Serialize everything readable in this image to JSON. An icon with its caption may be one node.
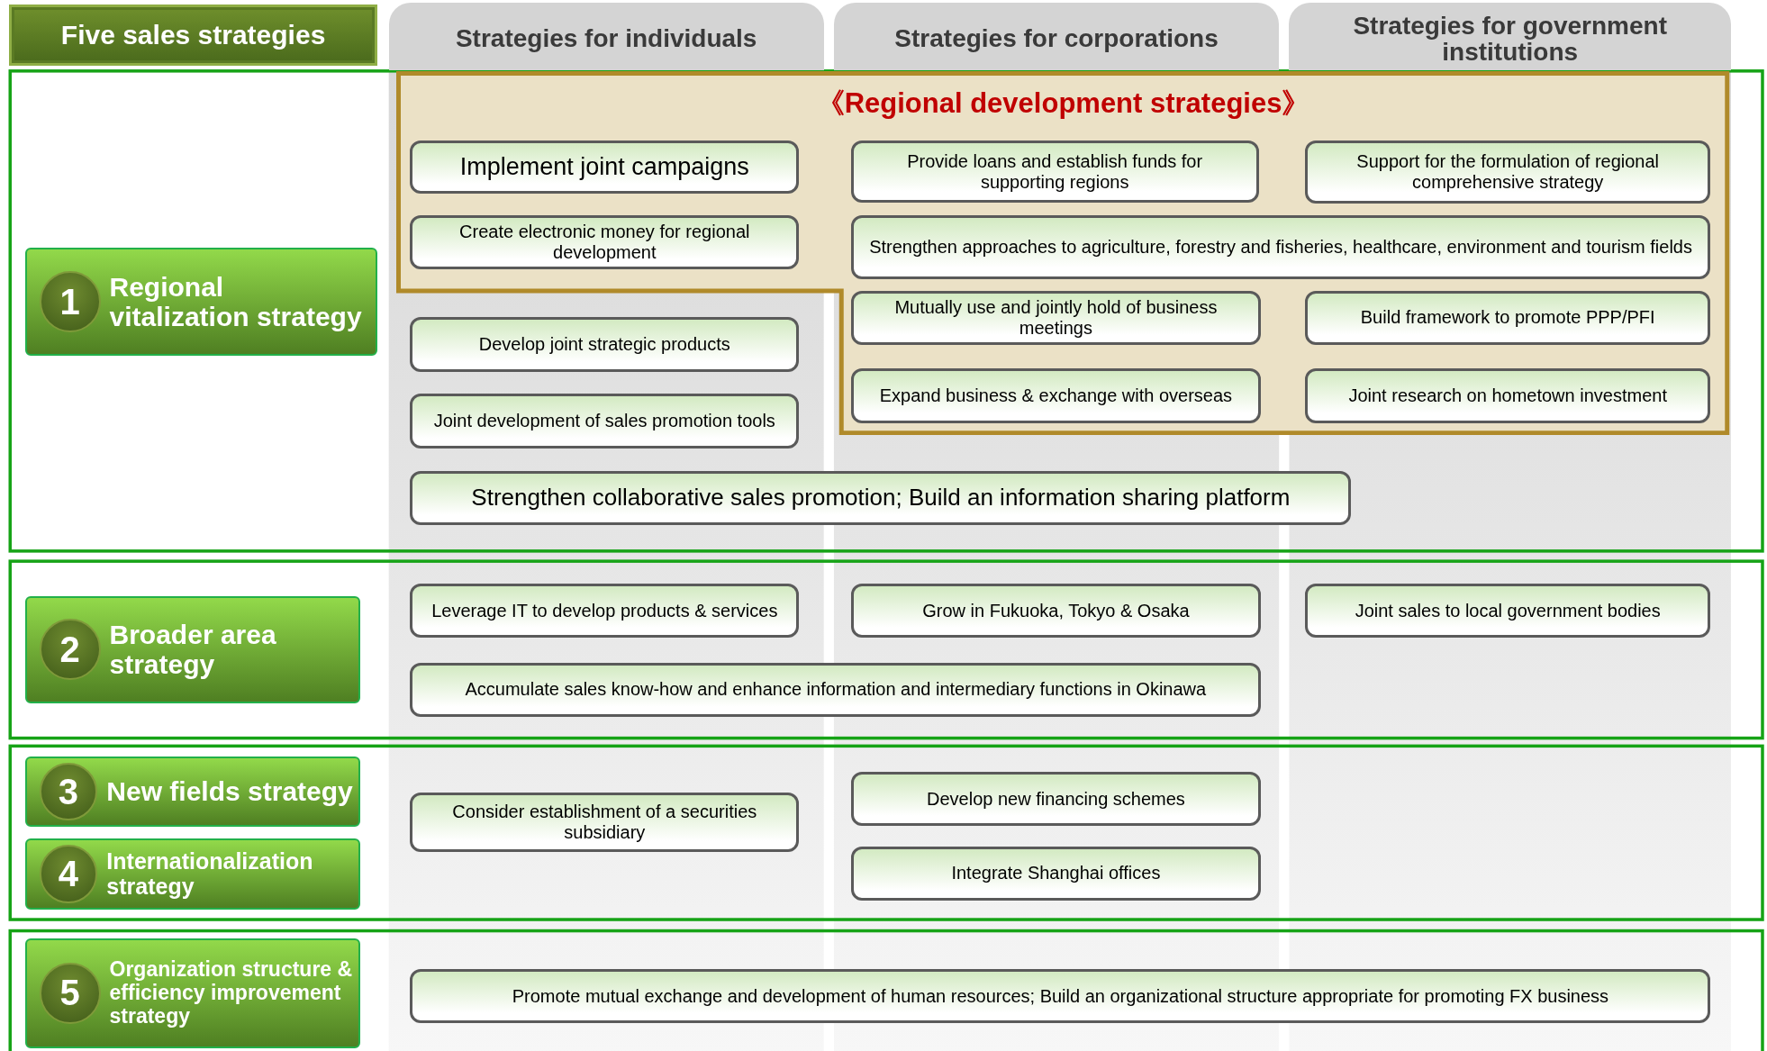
{
  "diagram": {
    "nodes": [
      {
        "text": [
          "Five sales strategies"
        ]
      },
      {
        "text": [
          "Strategies for individuals"
        ]
      },
      {
        "text": [
          "Strategies for corporations"
        ]
      },
      {
        "text": [
          "Strategies for government institutions"
        ]
      },
      {
        "text": [
          "《Regional development strategies》"
        ]
      },
      {
        "text": [
          "1",
          "Regional vitalization strategy"
        ]
      },
      {
        "text": [
          "Implement joint campaigns"
        ],
        "in": 4
      },
      {
        "text": [
          "Create electronic money for regional development"
        ],
        "in": 4
      },
      {
        "text": [
          "Provide loans and establish funds for supporting regions"
        ],
        "in": 4
      },
      {
        "text": [
          "Support for the formulation of regional comprehensive strategy"
        ],
        "in": 4
      },
      {
        "text": [
          "Strengthen approaches to agriculture, forestry and fisheries, healthcare, environment and tourism fields"
        ],
        "in": 4
      },
      {
        "text": [
          "Develop joint strategic products"
        ]
      },
      {
        "text": [
          "Mutually use and jointly hold of business meetings"
        ],
        "in": 4
      },
      {
        "text": [
          "Build framework to promote PPP/PFI"
        ],
        "in": 4
      },
      {
        "text": [
          "Joint development of sales promotion tools"
        ]
      },
      {
        "text": [
          "Expand business & exchange with overseas"
        ],
        "in": 4
      },
      {
        "text": [
          "Joint research on hometown investment"
        ],
        "in": 4
      },
      {
        "text": [
          "Strengthen collaborative sales promotion; Build an information sharing platform"
        ]
      },
      {
        "text": [
          "2",
          "Broader area strategy"
        ]
      },
      {
        "text": [
          "Leverage IT to develop products & services"
        ]
      },
      {
        "text": [
          "Grow in Fukuoka, Tokyo & Osaka"
        ]
      },
      {
        "text": [
          "Joint sales to local government bodies"
        ]
      },
      {
        "text": [
          "Accumulate sales know-how and enhance information and intermediary functions in Okinawa"
        ]
      },
      {
        "text": [
          "3",
          "New fields strategy"
        ]
      },
      {
        "text": [
          "Develop new financing schemes"
        ]
      },
      {
        "text": [
          "Consider establishment of a securities subsidiary"
        ]
      },
      {
        "text": [
          "4",
          "Internationalization strategy"
        ]
      },
      {
        "text": [
          "Integrate Shanghai offices"
        ]
      },
      {
        "text": [
          "5",
          "Organization structure & efficiency improvement strategy"
        ]
      },
      {
        "text": [
          "Promote mutual exchange and development of human resources; Build an organizational structure appropriate for promoting FX business"
        ]
      }
    ]
  }
}
